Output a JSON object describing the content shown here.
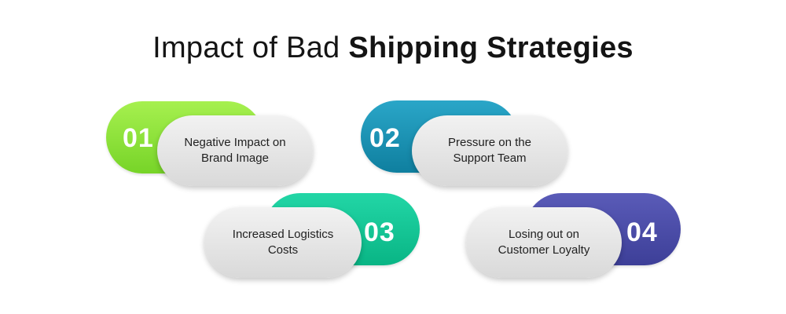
{
  "title": {
    "light": "Impact of Bad",
    "bold": "Shipping Strategies"
  },
  "items": [
    {
      "number": "01",
      "text": "Negative Impact on\nBrand Image",
      "color": "#8ee83b"
    },
    {
      "number": "02",
      "text": "Pressure on the\nSupport Team",
      "color": "#1a90b2"
    },
    {
      "number": "03",
      "text": "Increased Logistics\nCosts",
      "color": "#12c696"
    },
    {
      "number": "04",
      "text": "Losing out on\nCustomer Loyalty",
      "color": "#4a4ba6"
    }
  ]
}
